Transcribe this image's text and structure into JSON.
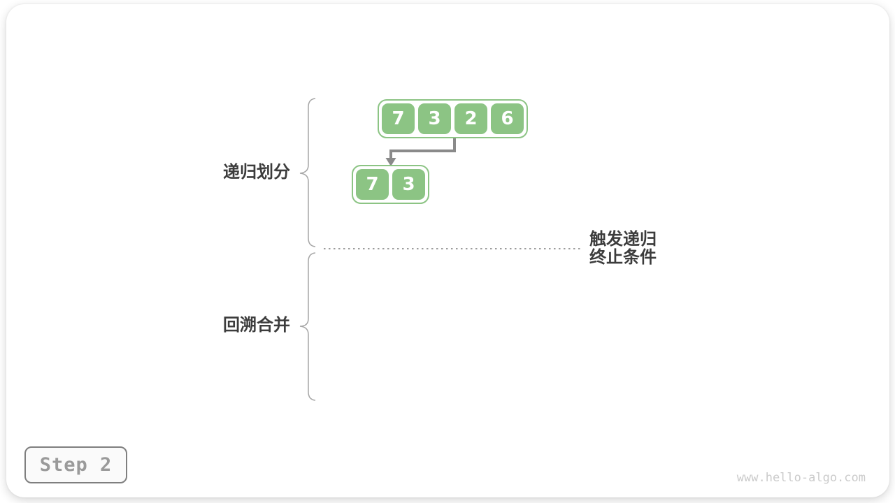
{
  "figure": {
    "labels": {
      "recursive_divide": "递归划分",
      "backtrack_merge": "回溯合并",
      "termination_line1": "触发递归",
      "termination_line2": "终止条件"
    },
    "arrays": {
      "level1": [
        "7",
        "3",
        "2",
        "6"
      ],
      "level2": [
        "7",
        "3"
      ]
    },
    "step_badge": "Step 2",
    "watermark": "www.hello-algo.com",
    "colors": {
      "node_green": "#8CC484",
      "arrow_gray": "#8A8A8A",
      "brace_gray": "#A6A6A6",
      "dotted_gray": "#9C9C9C",
      "label_dark": "#3C3C3C",
      "badge_text": "#9A9A9A",
      "badge_border": "#7F7F7F",
      "watermark_gray": "#CBCBCB"
    }
  }
}
